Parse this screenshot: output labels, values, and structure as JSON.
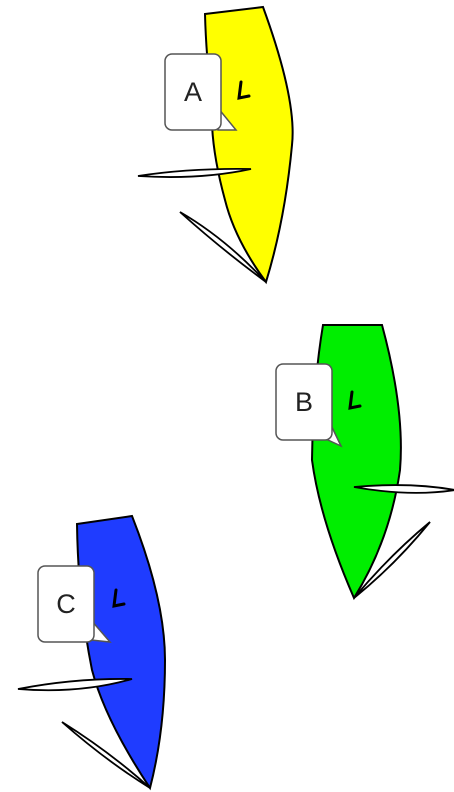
{
  "boats": [
    {
      "label": "A",
      "hull_color": "#ffff00",
      "sail_color": "#ffffff"
    },
    {
      "label": "B",
      "hull_color": "#00ee00",
      "sail_color": "#ffffff"
    },
    {
      "label": "C",
      "hull_color": "#1f3cff",
      "sail_color": "#ffffff"
    }
  ],
  "colors": {
    "background": "#ffffff",
    "outline": "#000000",
    "callout_fill": "#ffffff",
    "callout_border": "#555555",
    "text": "#222222"
  },
  "icons": {
    "helm_mark": "tiller-icon"
  }
}
